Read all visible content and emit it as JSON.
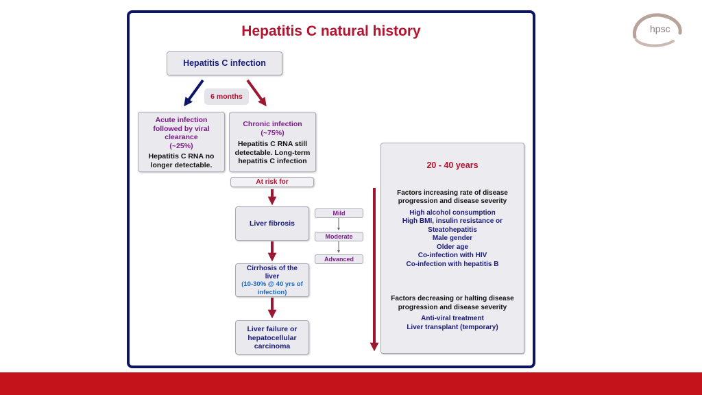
{
  "title": "Hepatitis C natural history",
  "logo_text": "hpsc",
  "infection_box": "Hepatitis C infection",
  "six_months": "6 months",
  "acute": {
    "heading_lines": [
      "Acute infection",
      "followed by viral",
      "clearance",
      "(~25%)"
    ],
    "body_lines": [
      "Hepatitis C RNA no",
      "longer detectable."
    ]
  },
  "chronic": {
    "heading_lines": [
      "Chronic infection",
      "(~75%)"
    ],
    "body_lines": [
      "Hepatitis C RNA still",
      "detectable. Long-term",
      "hepatitis C infection"
    ]
  },
  "at_risk": "At risk for",
  "fibrosis": "Liver fibrosis",
  "stages": [
    "Mild",
    "Moderate",
    "Advanced"
  ],
  "cirrhosis": {
    "title_lines": [
      "Cirrhosis of the",
      "liver"
    ],
    "detail_lines": [
      "(10-30% @ 40 yrs of",
      "infection)"
    ]
  },
  "failure_lines": [
    "Liver failure or",
    "hepatocellular",
    "carcinoma"
  ],
  "side_panel": {
    "years": "20 - 40 years",
    "increasing_heading_lines": [
      "Factors increasing rate of disease",
      "progression and disease severity"
    ],
    "increasing_items": [
      "High alcohol consumption",
      "High BMI, insulin resistance or",
      "Steatohepatitis",
      "Male gender",
      "Older age",
      "Co-infection with HIV",
      "Co-infection with hepatitis B"
    ],
    "decreasing_heading_lines": [
      "Factors decreasing or halting disease",
      "progression and disease severity"
    ],
    "decreasing_items": [
      "Anti-viral treatment",
      "Liver transplant (temporary)"
    ]
  },
  "colors": {
    "navy": "#0b1466",
    "red": "#b5122e",
    "purple": "#7a1a86",
    "blue": "#1a69c2",
    "arrow_red": "#9b1830",
    "bar_red": "#c4131b"
  }
}
